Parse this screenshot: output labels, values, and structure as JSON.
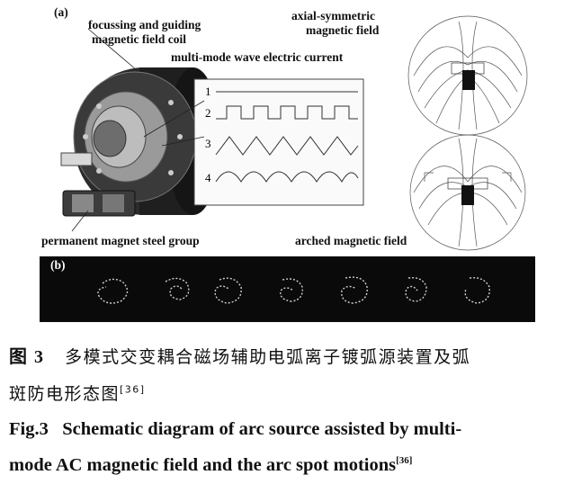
{
  "figure": {
    "panel_a": {
      "tag": "(a)",
      "labels": {
        "coil": [
          "focussing and guiding",
          "magnetic field coil"
        ],
        "current": "multi-mode wave electric current",
        "axial": [
          "axial-symmetric",
          "magnetic field"
        ],
        "permanent": "permanent magnet steel group",
        "arched": "arched magnetic field"
      },
      "waveform_numbers": [
        "1",
        "2",
        "3",
        "4"
      ]
    },
    "panel_b": {
      "tag": "(b)"
    },
    "caption_zh": {
      "prefix": "图 3",
      "line1": "多模式交变耦合磁场辅助电弧离子镀弧源装置及弧",
      "line2": "斑防电形态图",
      "ref": "[36]"
    },
    "caption_en": {
      "prefix": "Fig.3",
      "line1": "Schematic diagram of arc source assisted by multi-",
      "line2": "mode AC magnetic field and the arc spot motions",
      "ref": "[36]"
    }
  }
}
